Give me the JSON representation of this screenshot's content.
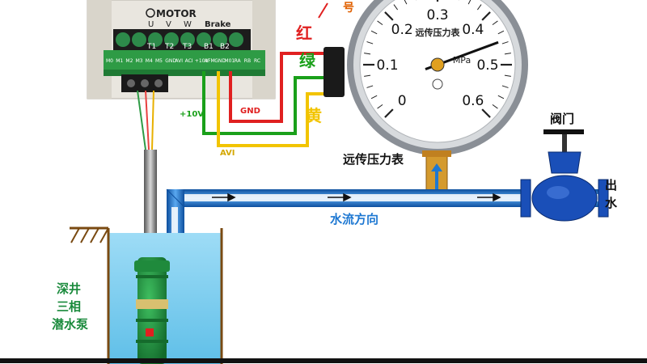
{
  "vfd": {
    "brand": "MOTOR",
    "terminals_top": [
      "U",
      "V",
      "W",
      "Brake"
    ],
    "terminals_bottom": [
      "T1",
      "T2",
      "T3",
      "B1",
      "B2"
    ],
    "control_terminals": [
      "M0",
      "M1",
      "M2",
      "M3",
      "M4",
      "M5",
      "GND",
      "AVI",
      "ACI",
      "+10V",
      "AFM",
      "GND",
      "M01",
      "RA",
      "RB",
      "RC"
    ]
  },
  "signals": {
    "plus10v": "+10V",
    "gnd": "GND",
    "avi": "AVI"
  },
  "wire_labels": {
    "red": "红",
    "green": "绿",
    "yellow": "黄",
    "signal": "号"
  },
  "gauge": {
    "title": "远传压力表",
    "unit": "MPa",
    "ticks": [
      "0",
      "0.1",
      "0.2",
      "0.3",
      "0.4",
      "0.5",
      "0.6"
    ],
    "needle_value": 0.455,
    "max": 0.6
  },
  "labels": {
    "gauge_caption": "远传压力表",
    "valve": "阀门",
    "outlet_1": "出",
    "outlet_2": "水",
    "flow_direction": "水流方向",
    "pump_1": "深井",
    "pump_2": "三相",
    "pump_3": "潜水泵"
  },
  "colors": {
    "red_wire": "#e02020",
    "green_wire": "#1aa01a",
    "yellow_wire": "#f2c400",
    "pipe": "#1e78d2",
    "water": "#7ecff0",
    "valve": "#1a4fb8",
    "pump": "#1f8a3c"
  }
}
